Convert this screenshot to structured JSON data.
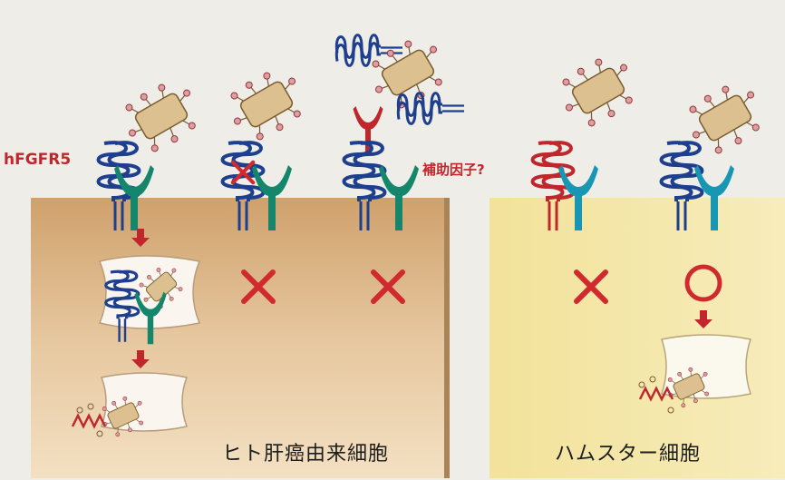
{
  "labels": {
    "receptor": "hFGFR5",
    "cofactor": "補助因子?",
    "human_cell": "ヒト肝癌由来細胞",
    "hamster_cell": "ハムスター細胞"
  },
  "results": {
    "human_col2": "no-entry",
    "human_col3": "no-entry",
    "hamster_col1": "no-entry",
    "hamster_col2": "entry"
  },
  "colors": {
    "receptor_human": "#1d3f8e",
    "receptor_hamster": "#c0272d",
    "coreceptor_human": "#14866b",
    "coreceptor_hamster": "#1797b4",
    "virus_body": "#dcc08f",
    "human_cell_fill": "#d6ae7e",
    "hamster_cell_fill": "#f4e6a2",
    "mark_red": "#d12a2e"
  },
  "icons": [
    "cross-mark",
    "circle-mark",
    "down-arrow",
    "virus-particle",
    "receptor",
    "coreceptor"
  ]
}
